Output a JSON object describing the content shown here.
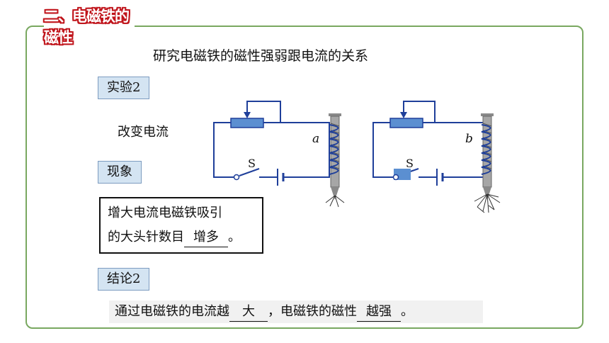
{
  "section_title": "二、电磁铁的磁性",
  "subtitle": "研究电磁铁的磁性强弱跟电流的关系",
  "tags": {
    "experiment": "实验2",
    "phenomenon": "现象",
    "conclusion": "结论2"
  },
  "change_label": "改变电流",
  "phenomenon_text": {
    "line1": "增大电流电磁铁吸引",
    "line2_prefix": "的大头针数目",
    "line2_answer": "增多",
    "line2_suffix": "。"
  },
  "conclusion_text": {
    "part1": "通过电磁铁的电流越",
    "answer1": "大",
    "part2": "，电磁铁的磁性",
    "answer2": "越强",
    "part3": "。"
  },
  "circuits": {
    "a_label": "a",
    "b_label": "b",
    "switch_label": "S"
  },
  "colors": {
    "frame": "#79a860",
    "title_outline": "#c0141b",
    "wire": "#1f3f9a",
    "rheostat": "#5b8fd1",
    "tag_bg": "#d4e4f2"
  }
}
